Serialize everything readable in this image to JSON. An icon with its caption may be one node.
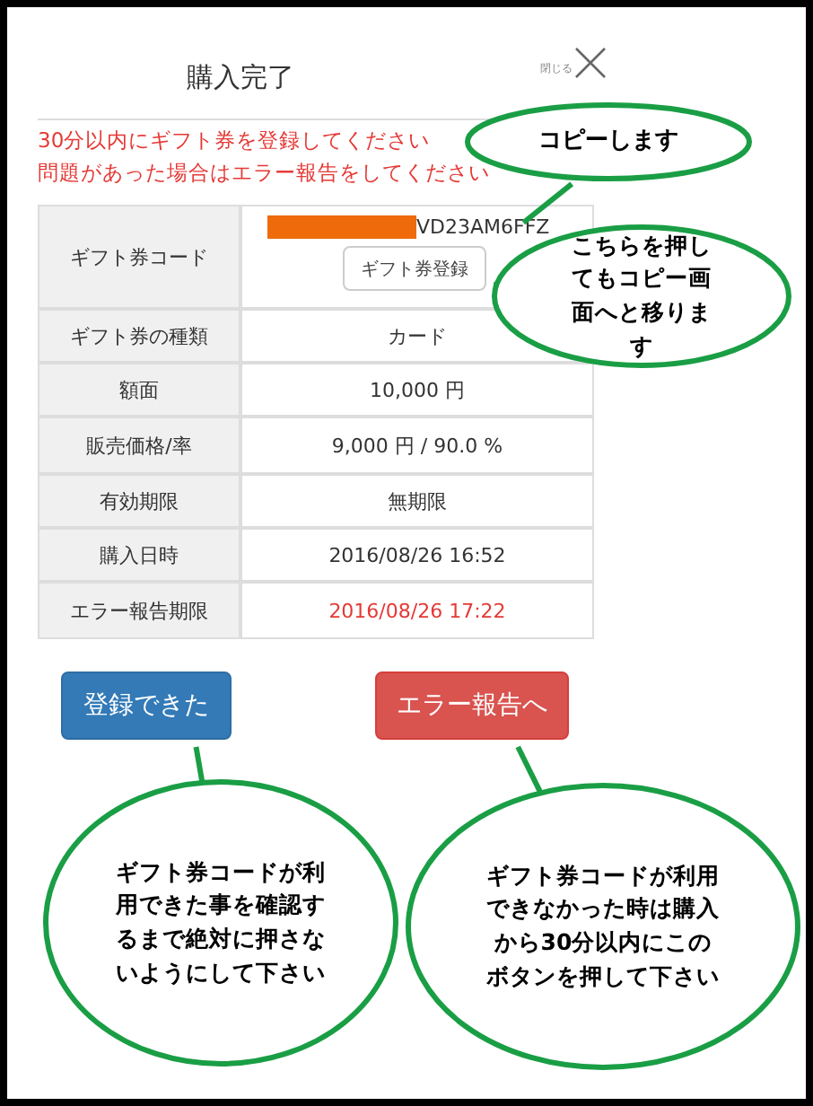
{
  "diagram": {
    "title": "購入完了",
    "nodes": [
      {
        "text": [
          "VD23AM6FFZ"
        ]
      },
      {
        "text": [
          "ギフト券登録"
        ]
      },
      {
        "text": [
          "登録できた"
        ]
      },
      {
        "text": [
          "エラー報告へ"
        ]
      },
      {
        "text": [
          "コピーします"
        ]
      },
      {
        "text": [
          "こちらを押してもコピー画面へと移ります"
        ]
      },
      {
        "text": [
          "ギフト券コードが利用できた事を確認するまで絶対に押さないようにして下さい"
        ]
      },
      {
        "text": [
          "ギフト券コードが利用できなかった時は購入から30分以内にこのボタンを押して下さい"
        ]
      }
    ],
    "edges": [
      {
        "from": 4,
        "to": 0,
        "arrow": "none"
      },
      {
        "from": 5,
        "to": 1,
        "arrow": "none"
      },
      {
        "from": 6,
        "to": 2,
        "arrow": "none"
      },
      {
        "from": 7,
        "to": 3,
        "arrow": "none"
      }
    ],
    "labels": [
      "閉じる",
      "30分以内にギフト券を登録してください",
      "問題があった場合はエラー報告をしてください",
      "ギフト券コード",
      "ギフト券の種類",
      "カード",
      "額面",
      "10,000 円",
      "販売価格/率",
      "9,000 円 / 90.0 %",
      "有効期限",
      "無期限",
      "購入日時",
      "2016/08/26 16:52",
      "エラー報告期限",
      "2016/08/26 17:22"
    ]
  }
}
